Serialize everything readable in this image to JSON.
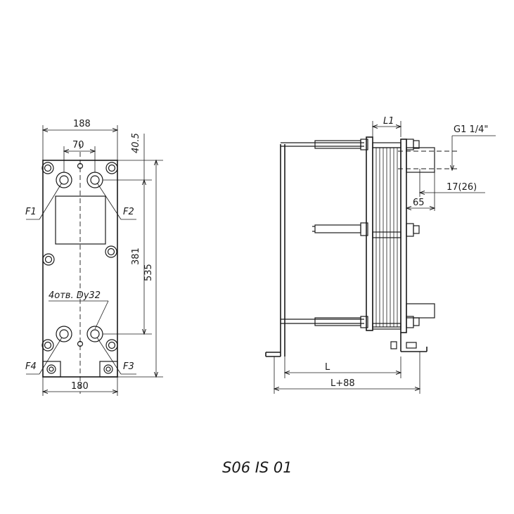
{
  "front_view": {
    "width_top": "188",
    "port_spacing": "70",
    "top_offset": "40.5",
    "port_vertical": "381",
    "total_height": "535",
    "width_bottom": "180",
    "holes_note": "4отв. Dy32",
    "ports": {
      "f1": "F1",
      "f2": "F2",
      "f3": "F3",
      "f4": "F4"
    }
  },
  "side_view": {
    "l1": "L1",
    "thread": "G1 1/4\"",
    "offset_17": "17(26)",
    "offset_65": "65",
    "l": "L",
    "l_plus": "L+88"
  },
  "caption": "S06 IS 01"
}
